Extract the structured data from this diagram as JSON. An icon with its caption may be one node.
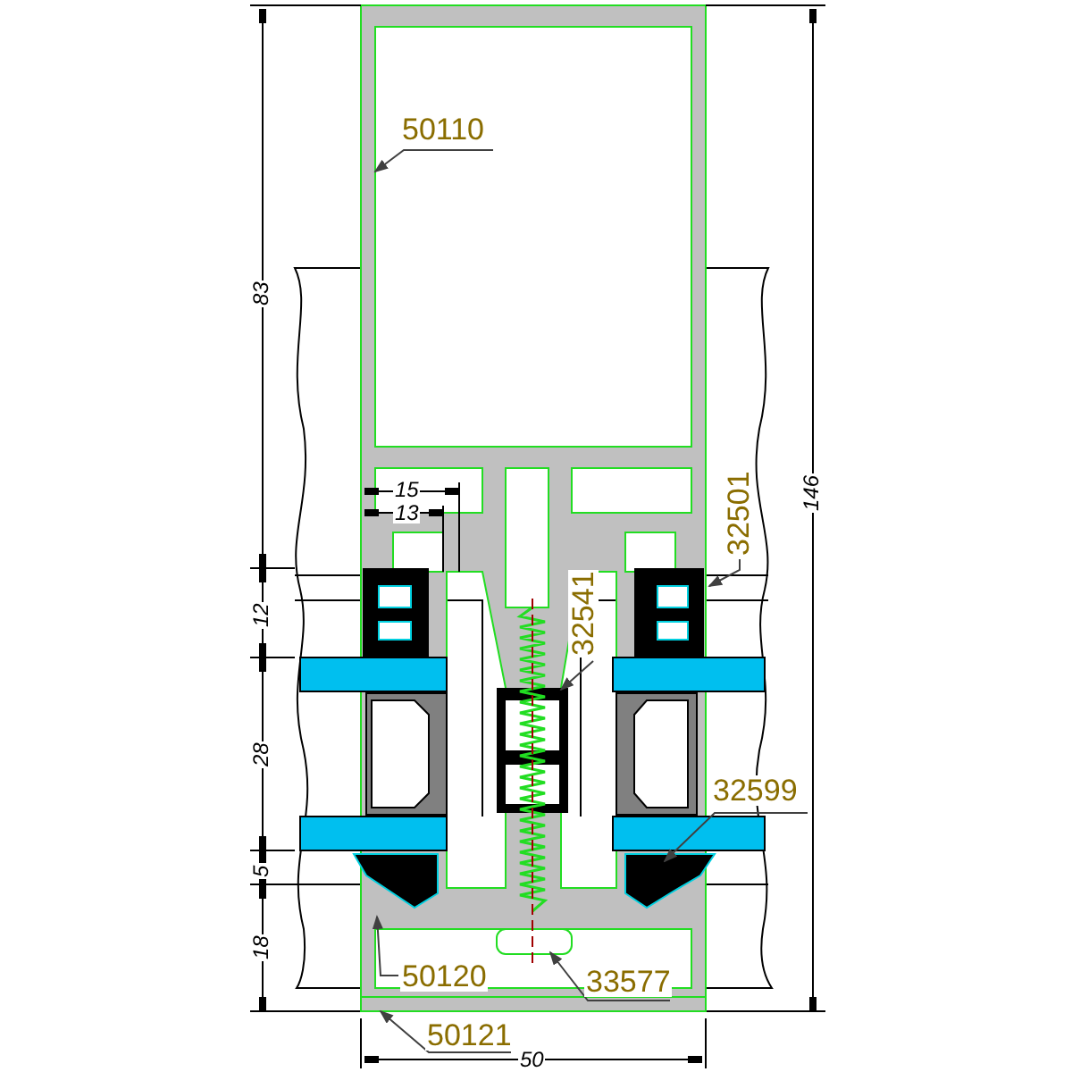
{
  "diagram": {
    "nodes": [
      {
        "text": [
          "50110"
        ]
      },
      {
        "text": [
          "32501"
        ]
      },
      {
        "text": [
          "32541"
        ]
      },
      {
        "text": [
          "32599"
        ]
      },
      {
        "text": [
          "50120"
        ]
      },
      {
        "text": [
          "33577"
        ]
      },
      {
        "text": [
          "50121"
        ]
      },
      {
        "text": [],
        "shape": "box"
      }
    ],
    "edges": [
      {
        "from": 0,
        "to": null,
        "arrow": "to"
      },
      {
        "from": 1,
        "to": null,
        "arrow": "to"
      },
      {
        "from": 2,
        "to": null,
        "arrow": "to"
      },
      {
        "from": 3,
        "to": null,
        "arrow": "to"
      },
      {
        "from": 4,
        "to": null,
        "arrow": "to"
      },
      {
        "from": 5,
        "to": null,
        "arrow": "to"
      },
      {
        "from": 6,
        "to": 7,
        "arrow": "to"
      }
    ],
    "labels": [
      "83",
      "146",
      "15",
      "13",
      "12",
      "28",
      "5",
      "18",
      "50"
    ]
  }
}
